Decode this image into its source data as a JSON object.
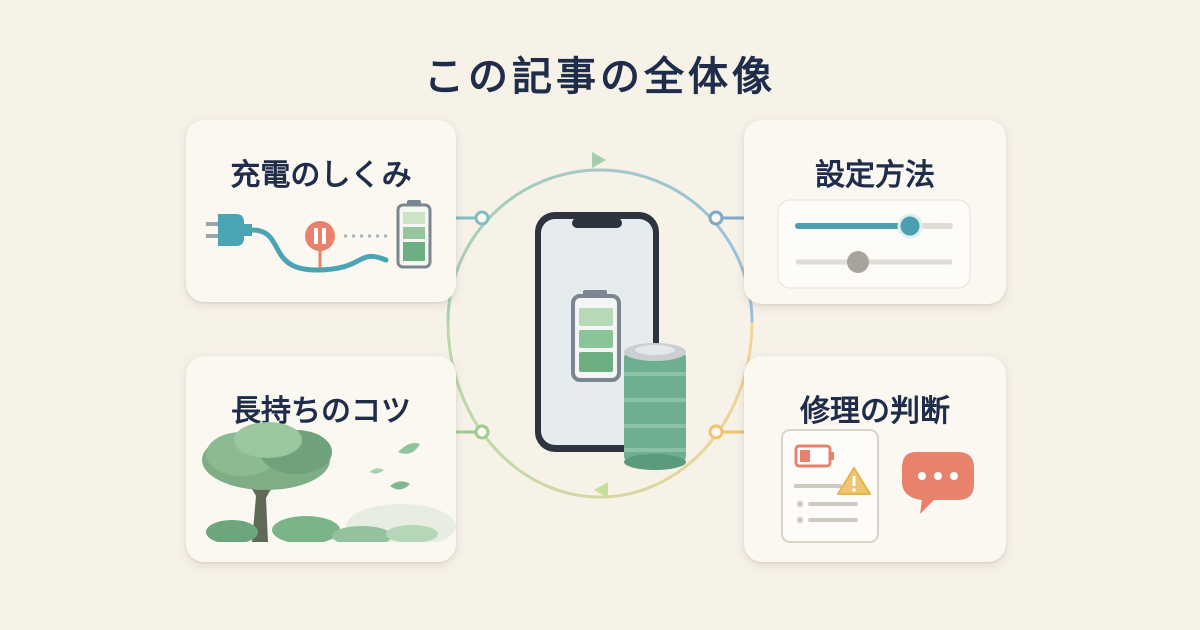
{
  "title": "この記事の全体像",
  "cards": {
    "charging": {
      "title": "充電のしくみ",
      "icon": "plug-to-battery-illustration"
    },
    "settings": {
      "title": "設定方法",
      "icon": "sliders-illustration"
    },
    "longevity": {
      "title": "長持ちのコツ",
      "icon": "tree-illustration"
    },
    "repair": {
      "title": "修理の判断",
      "icon": "battery-warning-document-illustration"
    }
  },
  "center": {
    "icon": "smartphone-battery-illustration"
  },
  "colors": {
    "title_text": "#1f2d4a",
    "background": "#f7f2e8",
    "teal": "#4a9fb0",
    "green": "#7fb58f",
    "coral": "#e8826c",
    "yellow": "#efc66f",
    "blue_ring": "#7fa9c9"
  }
}
